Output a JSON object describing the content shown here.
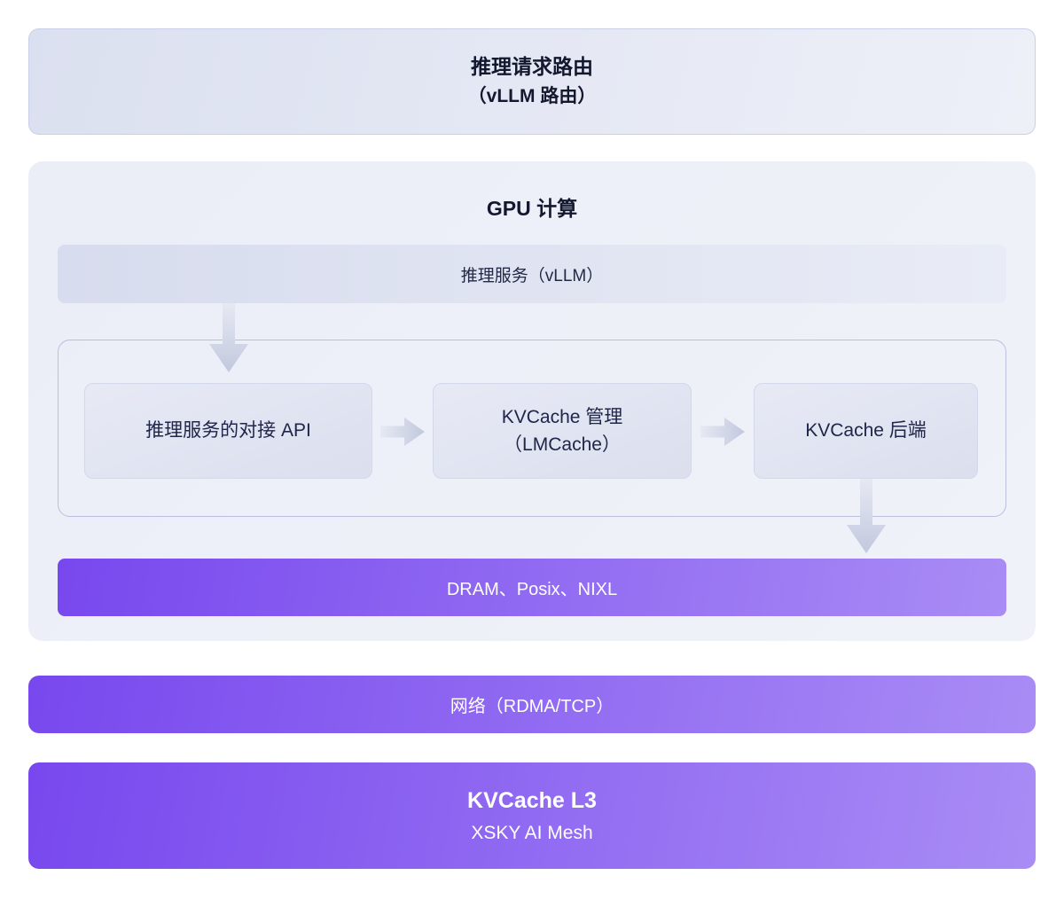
{
  "diagram": {
    "routing": {
      "title": "推理请求路由",
      "subtitle": "（vLLM 路由）"
    },
    "gpu": {
      "title": "GPU 计算",
      "service_bar": "推理服务（vLLM）",
      "pipeline": [
        {
          "id": "inference-api",
          "line1": "推理服务的对接 API",
          "line2": ""
        },
        {
          "id": "kvcache-management",
          "line1": "KVCache 管理",
          "line2": "（LMCache）"
        },
        {
          "id": "kvcache-backend",
          "line1": "KVCache 后端",
          "line2": ""
        }
      ],
      "dram_bar": "DRAM、Posix、NIXL"
    },
    "network_bar": "网络（RDMA/TCP）",
    "l3": {
      "title": "KVCache L3",
      "subtitle": "XSKY AI Mesh"
    },
    "colors": {
      "purple_gradient_start": "#7848ee",
      "purple_gradient_end": "#a98cf5",
      "light_box_start": "#dbe0f0",
      "light_box_end": "#eef0f8",
      "gpu_container_bg": "#edf0f8",
      "pipeline_border": "#b9bfdc",
      "dark_text": "#14182e",
      "white_text": "#ffffff",
      "arrow_start": "#e6e9f3",
      "arrow_end": "#c2c8de"
    }
  }
}
